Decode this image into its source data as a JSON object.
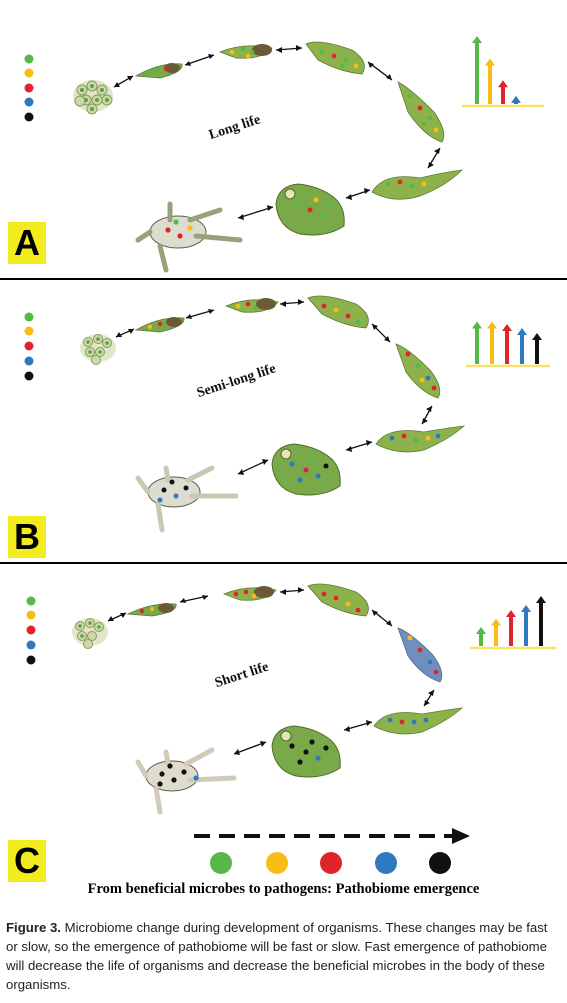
{
  "panels": [
    {
      "letter": "A",
      "life_label": "Long life",
      "bar_heights": [
        1.0,
        0.67,
        0.35,
        0.12
      ]
    },
    {
      "letter": "B",
      "life_label": "Semi-long life",
      "bar_heights": [
        0.85,
        0.85,
        0.8,
        0.72,
        0.62
      ]
    },
    {
      "letter": "C",
      "life_label": "Short life",
      "bar_heights": [
        0.38,
        0.55,
        0.72,
        0.82,
        1.0
      ]
    }
  ],
  "colors": {
    "green": "#56b847",
    "yellow": "#f7bd14",
    "red": "#e0242b",
    "blue": "#2f79bf",
    "black": "#111111"
  },
  "legend": {
    "text": "From beneficial microbes to pathogens: Pathobiome emergence"
  },
  "caption": {
    "label": "Figure 3.",
    "text": " Microbiome change during development of organisms. These changes may be fast or slow, so the emergence of pathobiome will be fast or slow. Fast emergence of pathobiome will decrease the life of organisms and decrease the beneficial microbes in the body of these organisms."
  }
}
